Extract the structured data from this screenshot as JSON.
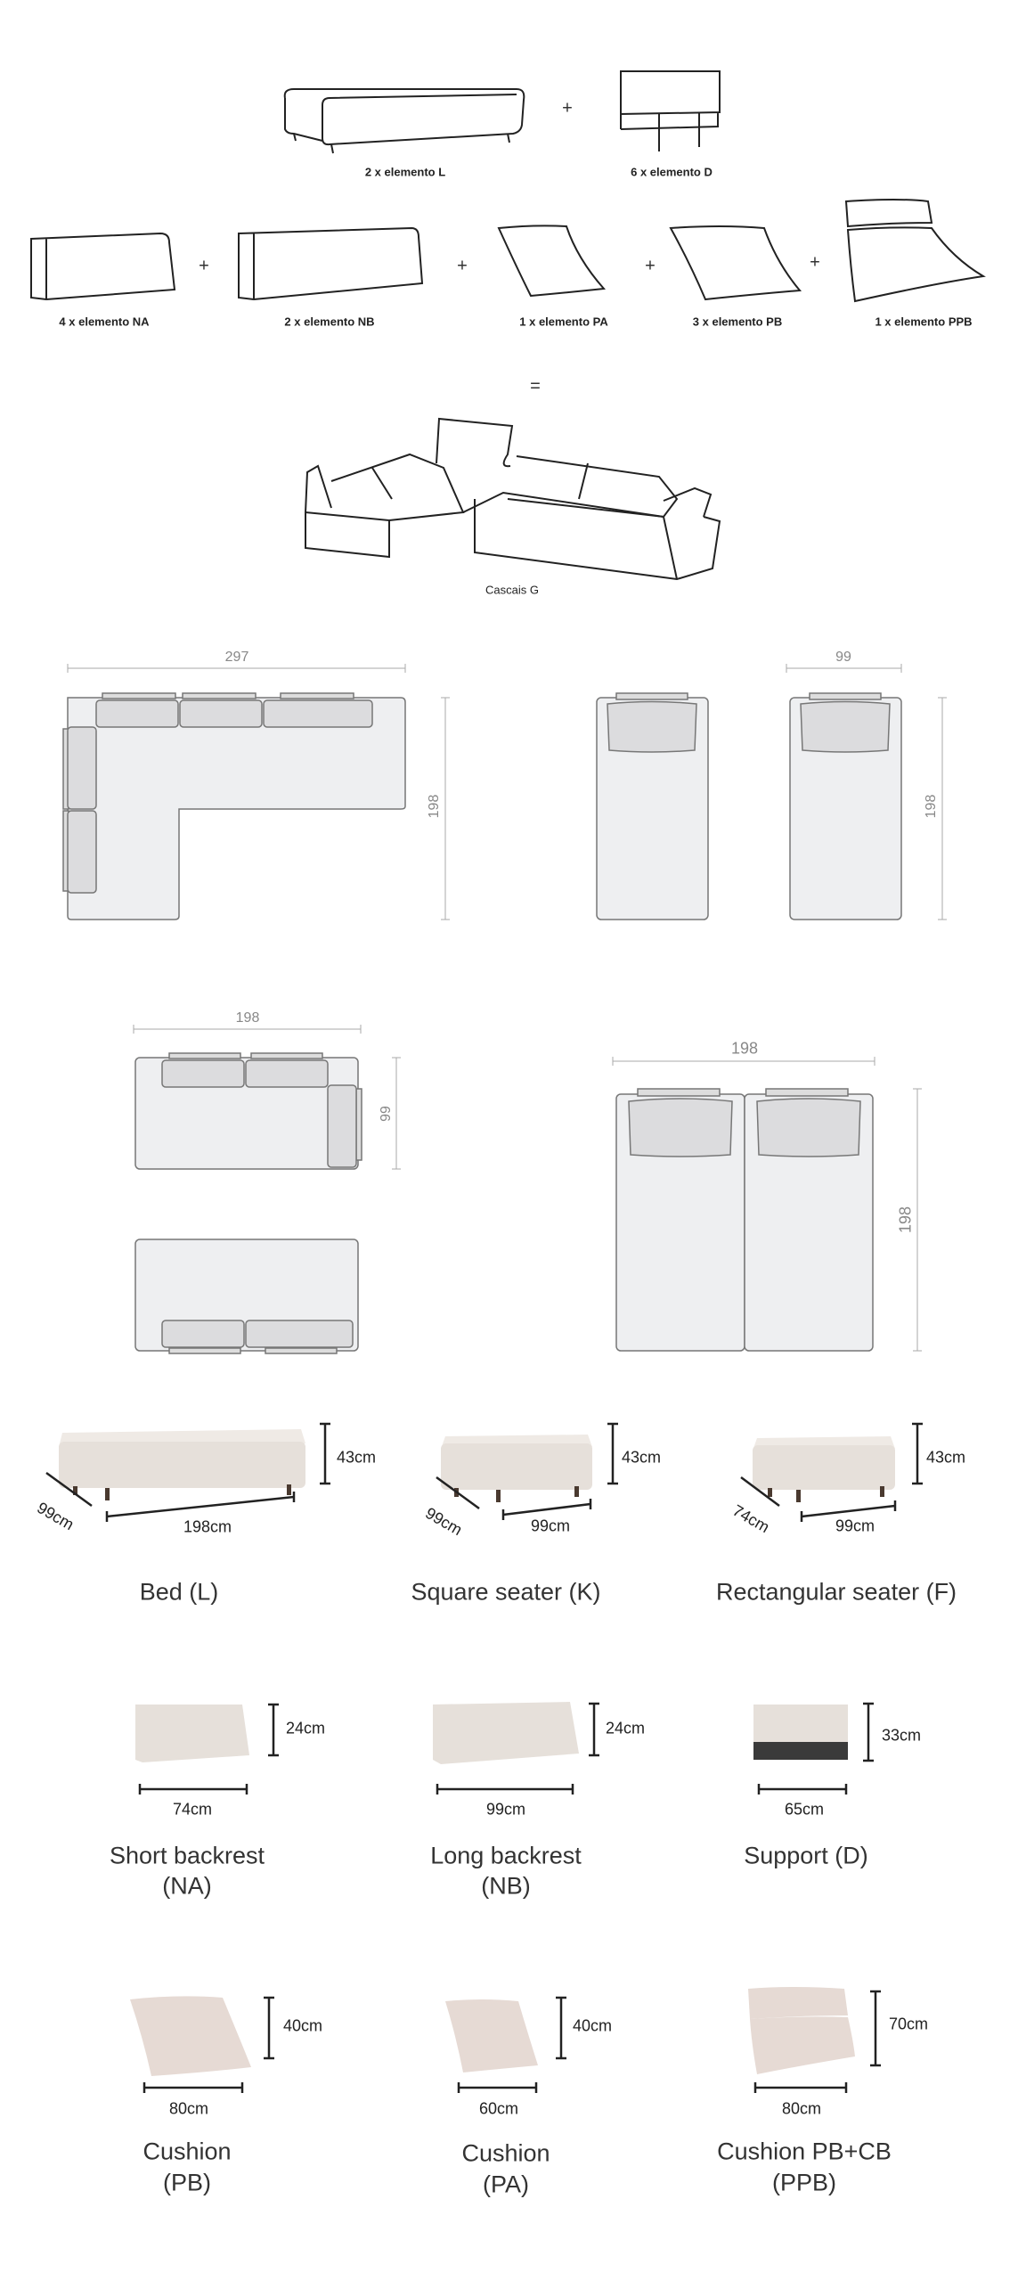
{
  "parts": [
    {
      "label": "2 x elemento L"
    },
    {
      "label": "6 x elemento D"
    },
    {
      "label": "4 x elemento NA"
    },
    {
      "label": "2 x elemento NB"
    },
    {
      "label": "1 x elemento PA"
    },
    {
      "label": "3 x elemento PB"
    },
    {
      "label": "1 x elemento PPB"
    }
  ],
  "operators": {
    "plus": "+",
    "equals": "="
  },
  "result_label": "Cascais G",
  "floorplans": {
    "l_shape": {
      "width": "297",
      "depth": "198"
    },
    "singles": {
      "width": "99",
      "depth": "198"
    },
    "chaise": {
      "width": "198",
      "depth": "99"
    },
    "double": {
      "width": "198",
      "depth": "198"
    }
  },
  "modules": [
    {
      "name": "Bed (L)",
      "width": "198cm",
      "depth": "99cm",
      "height": "43cm"
    },
    {
      "name": "Square seater (K)",
      "width": "99cm",
      "depth": "99cm",
      "height": "43cm"
    },
    {
      "name": "Rectangular seater (F)",
      "width": "99cm",
      "depth": "74cm",
      "height": "43cm"
    }
  ],
  "backrests": [
    {
      "name_line1": "Short backrest",
      "name_line2": "(NA)",
      "width": "74cm",
      "height": "24cm"
    },
    {
      "name_line1": "Long backrest",
      "name_line2": "(NB)",
      "width": "99cm",
      "height": "24cm"
    },
    {
      "name_line1": "Support (D)",
      "name_line2": "",
      "width": "65cm",
      "height": "33cm"
    }
  ],
  "cushions": [
    {
      "name_line1": "Cushion",
      "name_line2": "(PB)",
      "width": "80cm",
      "height": "40cm"
    },
    {
      "name_line1": "Cushion",
      "name_line2": "(PA)",
      "width": "60cm",
      "height": "40cm"
    },
    {
      "name_line1": "Cushion PB+CB",
      "name_line2": "(PPB)",
      "width": "80cm",
      "height": "70cm"
    }
  ],
  "colors": {
    "fabric": "#e6e0da",
    "plan_fill": "#eeeff1",
    "plan_stroke": "#777777",
    "cushion_fill": "#dcdcde"
  }
}
